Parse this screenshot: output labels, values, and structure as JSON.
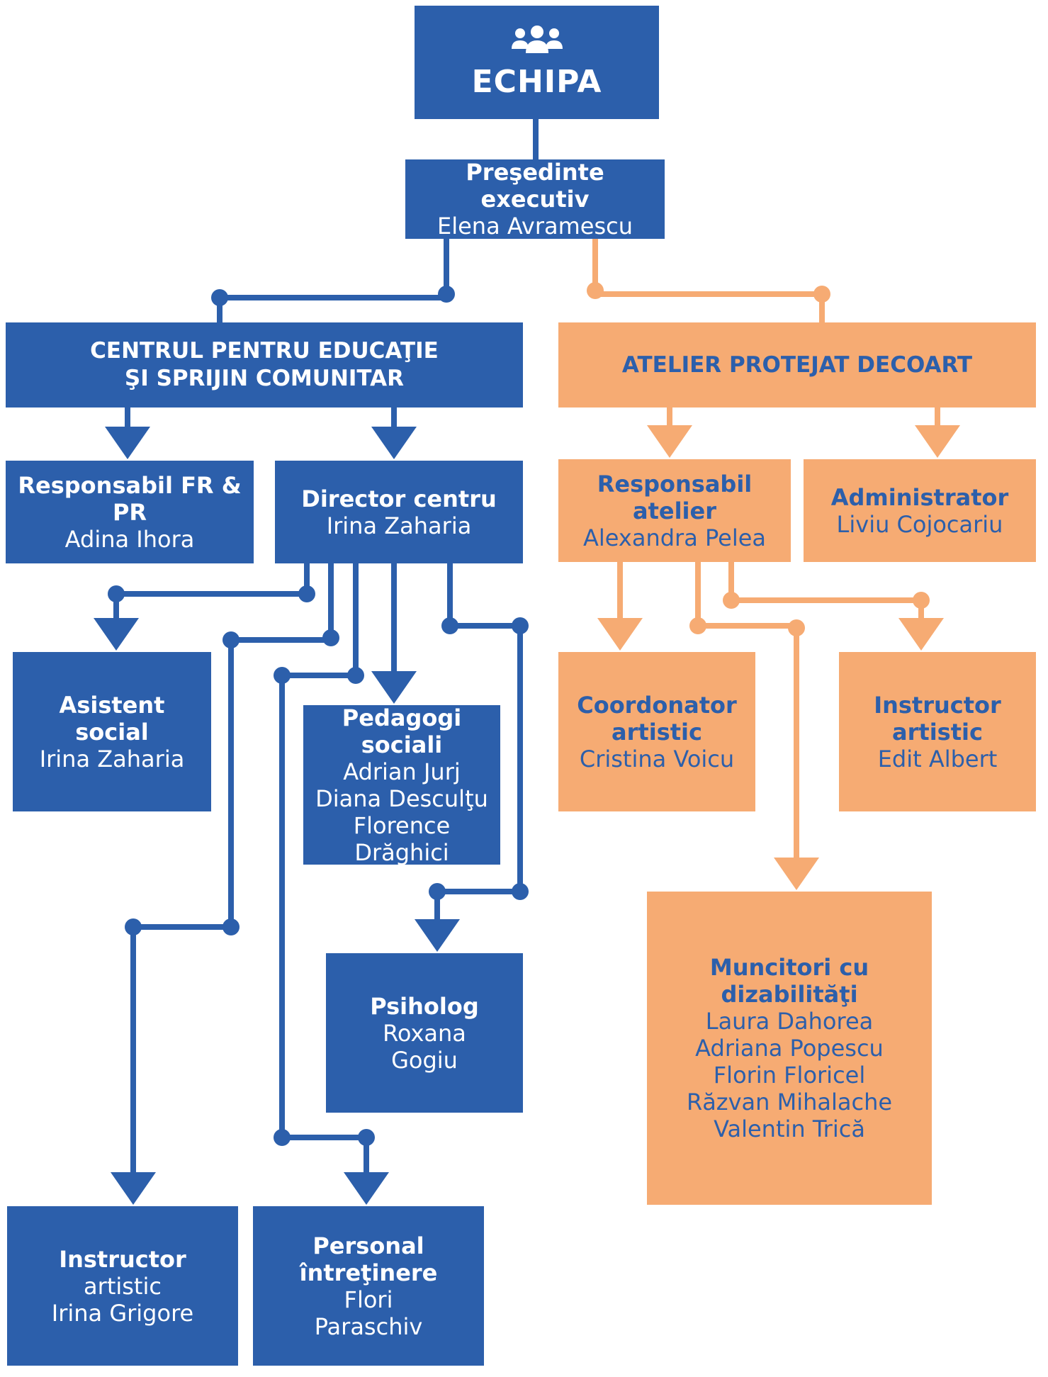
{
  "colors": {
    "blue": "#2c5fab",
    "orange": "#f6ab73",
    "white": "#ffffff"
  },
  "root": {
    "title": "ECHIPA",
    "icon": "team-icon"
  },
  "president": {
    "title": "Preşedinte executiv",
    "name": "Elena Avramescu"
  },
  "centru": {
    "title": "CENTRUL PENTRU EDUCAŢIE\nŞI SPRIJIN COMUNITAR"
  },
  "atelier": {
    "title": "ATELIER PROTEJAT DECOART"
  },
  "fr_pr": {
    "title": "Responsabil FR & PR",
    "name": "Adina Ihora"
  },
  "director": {
    "title": "Director centru",
    "name": "Irina Zaharia"
  },
  "asistent": {
    "title": "Asistent\nsocial",
    "name": "Irina Zaharia"
  },
  "pedagogi": {
    "title": "Pedagogi sociali",
    "names": [
      "Adrian Jurj",
      "Diana Desculţu",
      "Florence Drăghici"
    ]
  },
  "psiholog": {
    "title": "Psiholog",
    "names": [
      "Roxana",
      "Gogiu"
    ]
  },
  "instr_blue": {
    "title": "Instructor",
    "names": [
      "artistic",
      "Irina Grigore"
    ]
  },
  "personal": {
    "title": "Personal\nîntreţinere",
    "names": [
      "Flori",
      "Paraschiv"
    ]
  },
  "resp_atelier": {
    "title": "Responsabil atelier",
    "name": "Alexandra Pelea"
  },
  "administrator": {
    "title": "Administrator",
    "name": "Liviu Cojocariu"
  },
  "coordonator": {
    "title": "Coordonator\nartistic",
    "name": "Cristina Voicu"
  },
  "instr_orange": {
    "title": "Instructor\nartistic",
    "name": "Edit Albert"
  },
  "muncitori": {
    "title": "Muncitori cu dizabilităţi",
    "names": [
      "Laura Dahorea",
      "Adriana Popescu",
      "Florin Floricel",
      "Răzvan Mihalache",
      "Valentin Trică"
    ]
  }
}
